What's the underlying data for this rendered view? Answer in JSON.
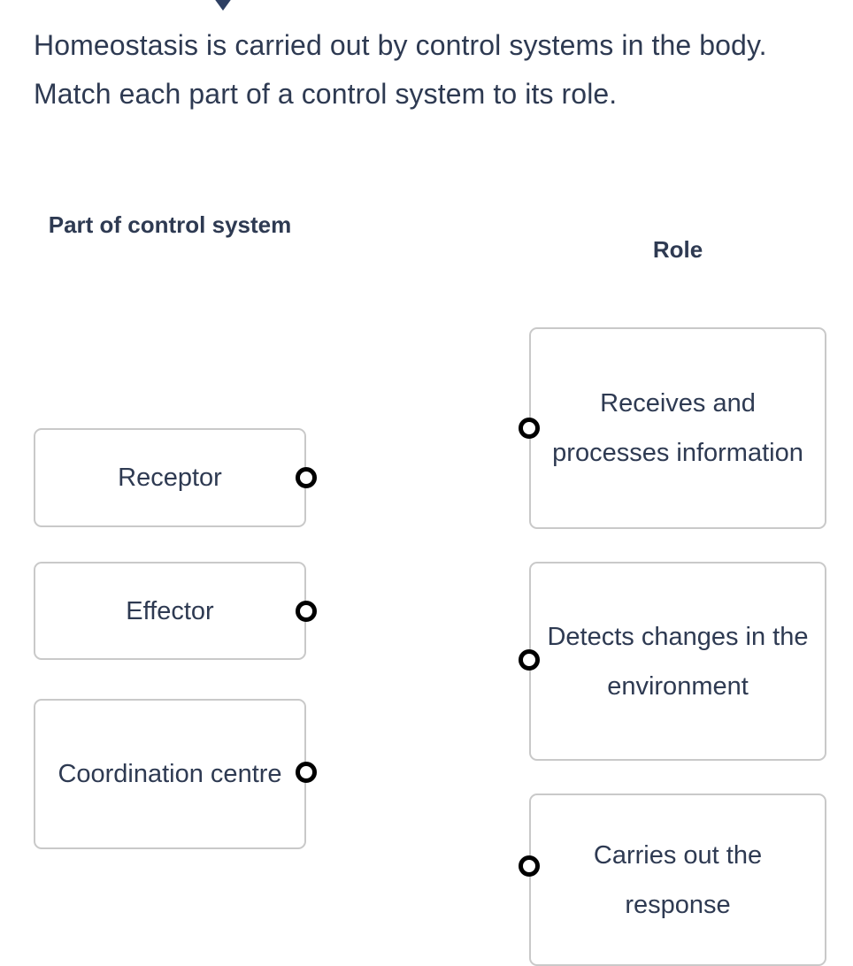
{
  "caret_icon": "chevron-down-icon",
  "prompt": {
    "line1": "Homeostasis is carried out by control systems in the body.",
    "line2": "Match each part of a control system to its role."
  },
  "columns": {
    "left_header": "Part of control system",
    "right_header": "Role"
  },
  "left_items": [
    {
      "label": "Receptor"
    },
    {
      "label": "Effector"
    },
    {
      "label": "Coordination centre"
    }
  ],
  "right_items": [
    {
      "label": "Receives and processes information"
    },
    {
      "label": "Detects changes in the environment"
    },
    {
      "label": "Carries out the response"
    }
  ],
  "colors": {
    "text": "#2e3a52",
    "card_border": "#c9c9c9",
    "connector": "#000000",
    "caret": "#2e4063",
    "background": "#ffffff"
  }
}
